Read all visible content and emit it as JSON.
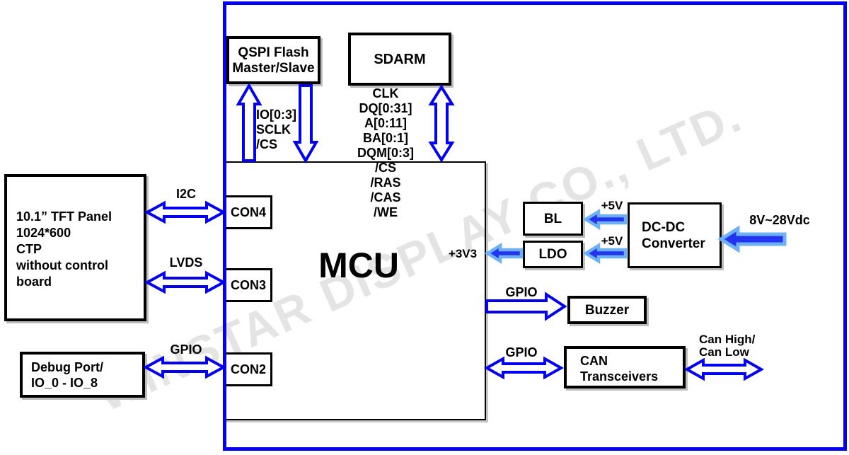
{
  "watermark": {
    "text": "WINSTAR DISPLAY CO., LTD."
  },
  "colors": {
    "diagram_blue": "#0202f0",
    "arrow_fill": "#2334ee",
    "arrow_highlight": "#6cb0f8",
    "watermark_gray": "#e4e4e4"
  },
  "blocks": {
    "qspi": {
      "line1": "QSPI Flash",
      "line2": "Master/Slave"
    },
    "sdram": {
      "label": "SDARM"
    },
    "mcu": {
      "label": "MCU"
    },
    "con4": {
      "label": "CON4"
    },
    "con3": {
      "label": "CON3"
    },
    "con2": {
      "label": "CON2"
    },
    "tft": {
      "lines": [
        "10.1” TFT Panel",
        "1024*600",
        "CTP",
        "without control",
        "board"
      ]
    },
    "debug": {
      "line1": "Debug Port/",
      "line2": "IO_0 - IO_8"
    },
    "bl": {
      "label": "BL"
    },
    "ldo": {
      "label": "LDO"
    },
    "dcdc": {
      "line1": "DC-DC",
      "line2": "Converter"
    },
    "buzzer": {
      "label": "Buzzer"
    },
    "can": {
      "line1": "CAN",
      "line2": "Transceivers"
    }
  },
  "signals": {
    "qspi_bus": [
      "IO[0:3]",
      "SCLK",
      "/CS"
    ],
    "sdram_bus": [
      "CLK",
      "DQ[0:31]",
      "A[0:11]",
      "BA[0:1]",
      "DQM[0:3]",
      "/CS",
      "/RAS",
      "/CAS",
      "/WE"
    ],
    "i2c": "I2C",
    "lvds": "LVDS",
    "gpio_debug": "GPIO",
    "gpio_buzzer": "GPIO",
    "gpio_can": "GPIO",
    "plus5v_bl": "+5V",
    "plus5v_ldo": "+5V",
    "plus3v3": "+3V3",
    "vin": "8V~28Vdc",
    "can_high": "Can High/",
    "can_low": "Can Low"
  }
}
